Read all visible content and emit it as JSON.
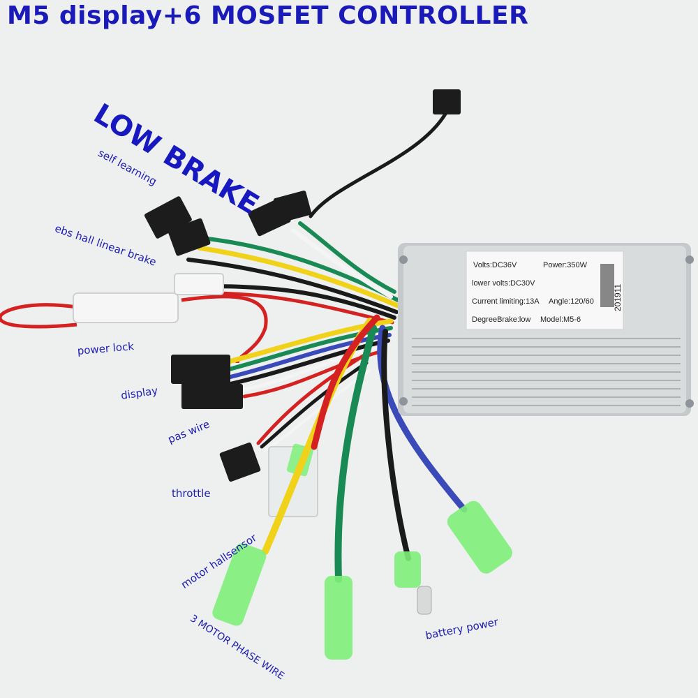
{
  "title": "M5 display+6 MOSFET CONTROLLER",
  "annotation": "LOW BRAKE",
  "labels": {
    "self_learning": "self learning",
    "ebs": "ebs hall linear brake",
    "power_lock": "power lock",
    "display": "display",
    "pas": "pas wire",
    "throttle": "throttle",
    "hall": "motor hallsensor",
    "phase": "3 MOTOR PHASE WIRE",
    "battery": "battery power"
  },
  "plate": {
    "volts": "Volts:DC36V",
    "power": "Power:350W",
    "lower_volts": "lower volts:DC30V",
    "current": "Current limiting:13A",
    "angle": "Angle:120/60",
    "degree": "DegreeBrake:low",
    "model": "Model:M5-6",
    "serial": "201911"
  },
  "colors": {
    "text_blue": "#1c1cb0",
    "wire_red": "#d42222",
    "wire_yellow": "#f0d21a",
    "wire_green": "#1a8a55",
    "wire_blue": "#3a4ab8",
    "wire_black": "#1a1a1a",
    "connector_green": "#7ef07a",
    "housing": "#c6c9cb"
  }
}
